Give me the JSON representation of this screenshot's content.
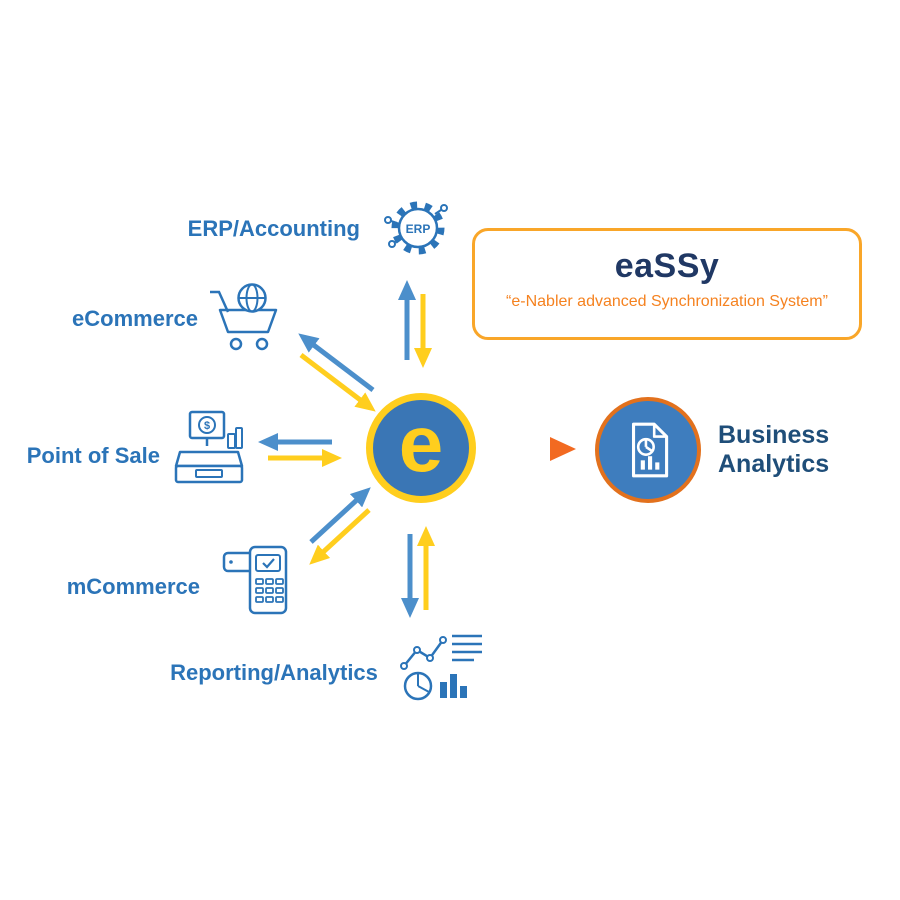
{
  "callout": {
    "title": "eaSSy",
    "subtitle": "“e-Nabler advanced Synchronization System”"
  },
  "center": {
    "logo_letter": "e"
  },
  "spokes": [
    {
      "label": "ERP/Accounting",
      "icon": "erp-gear-icon",
      "icon_text": "ERP"
    },
    {
      "label": "eCommerce",
      "icon": "ecommerce-cart-globe-icon"
    },
    {
      "label": "Point of Sale",
      "icon": "pos-register-icon",
      "icon_text": "$"
    },
    {
      "label": "mCommerce",
      "icon": "mcommerce-terminal-icon"
    },
    {
      "label": "Reporting/Analytics",
      "icon": "reporting-charts-icon"
    }
  ],
  "output": {
    "label": "Business Analytics",
    "icon": "document-analytics-icon"
  },
  "colors": {
    "label_blue": "#2B74B8",
    "arrow_blue": "#4C8FCB",
    "yellow": "#FFCE1E",
    "orange": "#F58220",
    "arrow_orange": "#F26A21",
    "dark_navy_title": "#203864",
    "business_analytics_text": "#1F4E79",
    "hub_blue": "#3A76B5",
    "analytics_circle_blue": "#3E7DBE",
    "analytics_ring_orange": "#E2711D",
    "callout_border": "#F9A629"
  }
}
